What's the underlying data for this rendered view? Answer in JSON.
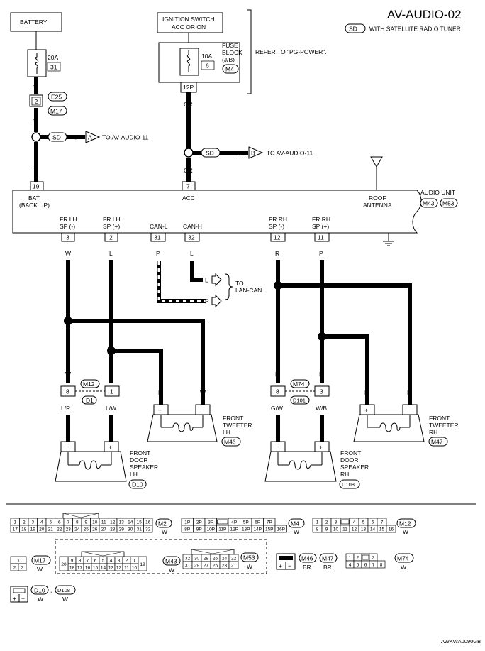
{
  "title": "AV-AUDIO-02",
  "legend": {
    "sd": "SD",
    "text": ": WITH SATELLITE RADIO TUNER"
  },
  "battery": {
    "label": "BATTERY",
    "fuse_amp": "20A",
    "fuse_no": "31",
    "wire_y": "Y"
  },
  "conn_e25": {
    "pin": "2",
    "code1": "E25",
    "code2": "M17"
  },
  "ignition": {
    "line1": "IGNITION SWITCH",
    "line2": "ACC OR ON"
  },
  "fuse_block": {
    "line1": "FUSE",
    "line2": "BLOCK",
    "line3": "(J/B)",
    "code": "M4",
    "amp": "10A",
    "no": "6",
    "pin": "12P",
    "refer": "REFER TO \"PG-POWER\"."
  },
  "sd_bat": {
    "sd": "SD",
    "wire": "Y",
    "arrow": "A",
    "to": "TO AV-AUDIO-11"
  },
  "sd_acc": {
    "sd": "SD",
    "wire": "GR",
    "arrow": "B",
    "to": "TO AV-AUDIO-11"
  },
  "wire_gr": "GR",
  "audio_unit": {
    "label": "AUDIO UNIT",
    "code1": "M43",
    "code2": "M53",
    "bat_pin": "19",
    "bat_l1": "BAT",
    "bat_l2": "(BACK UP)",
    "acc_pin": "7",
    "acc_label": "ACC",
    "roof_l1": "ROOF",
    "roof_l2": "ANTENNA",
    "terms": [
      {
        "l1": "FR LH",
        "l2": "SP (-)",
        "pin": "3",
        "wire": "W"
      },
      {
        "l1": "FR LH",
        "l2": "SP (+)",
        "pin": "2",
        "wire": "L"
      },
      {
        "l1": "CAN-L",
        "l2": "",
        "pin": "31",
        "wire": "P"
      },
      {
        "l1": "CAN-H",
        "l2": "",
        "pin": "32",
        "wire": "L"
      },
      {
        "l1": "FR RH",
        "l2": "SP (-)",
        "pin": "12",
        "wire": "R"
      },
      {
        "l1": "FR RH",
        "l2": "SP (+)",
        "pin": "11",
        "wire": "P"
      }
    ]
  },
  "lan_can": {
    "wire_l": "L",
    "wire_p": "P",
    "l1": "TO",
    "l2": "LAN-CAN"
  },
  "lh_side": {
    "wire_w": "W",
    "wire_l": "L",
    "conn_m12": "M12",
    "conn_d1": "D1",
    "pin8": "8",
    "pin1": "1",
    "wire_lr": "L/R",
    "wire_lw": "L/W",
    "tw_wire_l": "L",
    "tw_wire_w": "W",
    "tweeter_l1": "FRONT",
    "tweeter_l2": "TWEETER",
    "tweeter_l3": "LH",
    "tweeter_code": "M46",
    "speaker_l1": "FRONT",
    "speaker_l2": "DOOR",
    "speaker_l3": "SPEAKER",
    "speaker_l4": "LH",
    "speaker_code": "D10"
  },
  "rh_side": {
    "wire_r": "R",
    "wire_p": "P",
    "conn_m74": "M74",
    "conn_d101": "D101",
    "pin8": "8",
    "pin3": "3",
    "wire_gw": "G/W",
    "wire_wb": "W/B",
    "tw_wire_p": "P",
    "tw_wire_r": "R",
    "tweeter_l1": "FRONT",
    "tweeter_l2": "TWEETER",
    "tweeter_l3": "RH",
    "tweeter_code": "M47",
    "speaker_l1": "FRONT",
    "speaker_l2": "DOOR",
    "speaker_l3": "SPEAKER",
    "speaker_l4": "RH",
    "speaker_code": "D108"
  },
  "plus": "+",
  "minus": "−",
  "connectors": {
    "m2": {
      "code": "M2",
      "color": "W",
      "row1": [
        "1",
        "2",
        "3",
        "4",
        "5",
        "6",
        "7",
        "8",
        "9",
        "10",
        "11",
        "12",
        "13",
        "14",
        "15",
        "16"
      ],
      "row2": [
        "17",
        "18",
        "19",
        "20",
        "21",
        "22",
        "23",
        "24",
        "25",
        "26",
        "27",
        "28",
        "29",
        "30",
        "31",
        "32"
      ]
    },
    "m4": {
      "code": "M4",
      "color": "W",
      "row1": [
        "1P",
        "2P",
        "3P",
        "",
        "4P",
        "5P",
        "6P",
        "7P"
      ],
      "row2": [
        "8P",
        "9P",
        "10P",
        "11P",
        "12P",
        "13P",
        "14P",
        "15P",
        "16P"
      ]
    },
    "m12": {
      "code": "M12",
      "color": "W",
      "row1": [
        "1",
        "2",
        "3",
        "",
        "4",
        "5",
        "6",
        "7"
      ],
      "row2": [
        "8",
        "9",
        "10",
        "11",
        "12",
        "13",
        "14",
        "15",
        "16"
      ]
    },
    "m17": {
      "code": "M17",
      "color": "W",
      "row1": [
        "1"
      ],
      "row2": [
        "2",
        "3"
      ]
    },
    "m43": {
      "code": "M43",
      "color": "W",
      "row1": [
        "9",
        "8",
        "7",
        "6",
        "5",
        "4",
        "3",
        "2",
        "1"
      ],
      "row2": [
        "18",
        "17",
        "16",
        "15",
        "14",
        "13",
        "12",
        "11",
        "10"
      ],
      "left": "20",
      "right": "19"
    },
    "m53": {
      "code": "M53",
      "color": "W",
      "row1": [
        "32",
        "30",
        "28",
        "26",
        "24",
        "22"
      ],
      "row2": [
        "31",
        "29",
        "27",
        "25",
        "23",
        "21"
      ]
    },
    "m46": {
      "code1": "M46",
      "code2": "M47",
      "color1": "BR",
      "color2": "BR"
    },
    "m74": {
      "code": "M74",
      "color": "W",
      "row1": [
        "1",
        "2",
        "",
        "3"
      ],
      "row2": [
        "4",
        "5",
        "6",
        "7",
        "8"
      ]
    },
    "d10": {
      "code1": "D10",
      "code2": "D108",
      "sep": ",",
      "color1": "W",
      "color2": "W"
    }
  },
  "footer": "AWKWA0090GB"
}
